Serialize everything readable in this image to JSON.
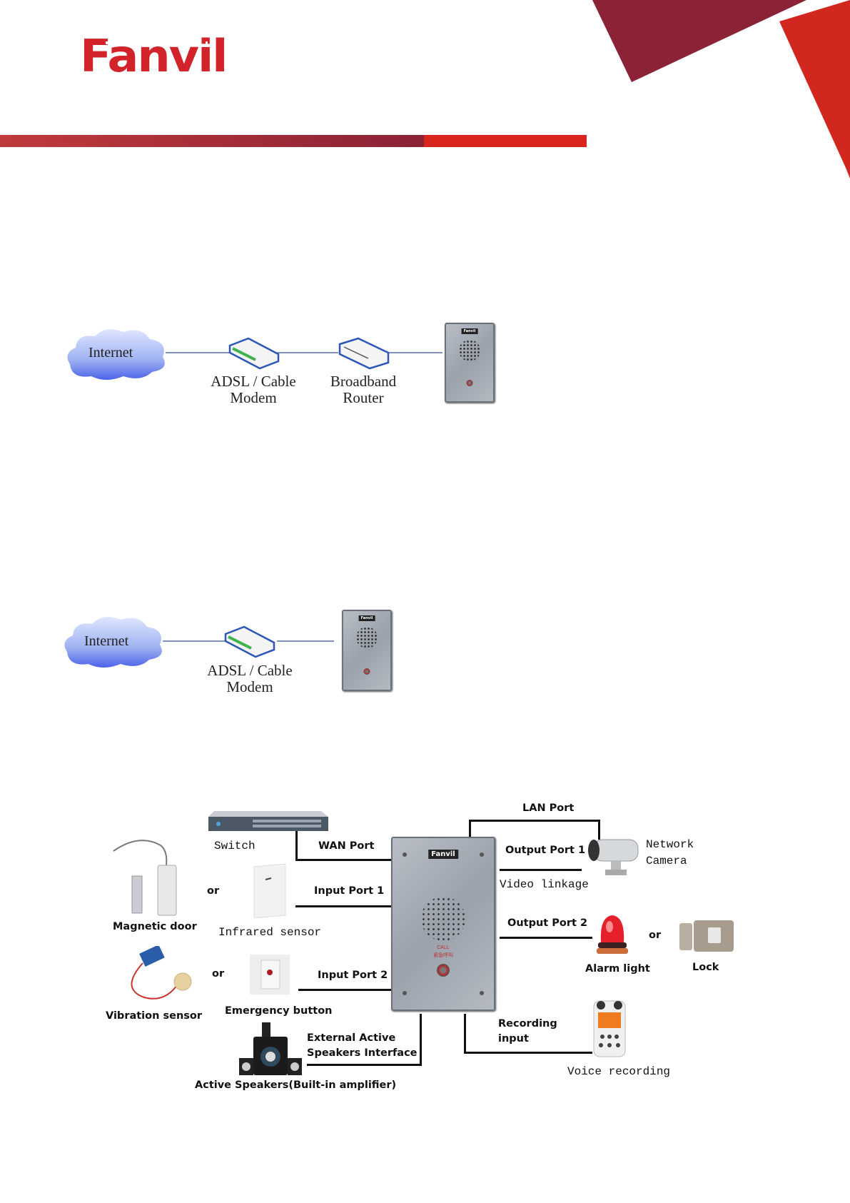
{
  "brand": {
    "logo_text": "Fanvil",
    "colors": {
      "primary_red": "#d9251d",
      "dark_red": "#8b2236",
      "gradient_start": "#c03a3c"
    }
  },
  "diagram_1": {
    "nodes": [
      {
        "id": "internet",
        "label": "Internet"
      },
      {
        "id": "modem",
        "label_line1": "ADSL / Cable",
        "label_line2": "Modem"
      },
      {
        "id": "router",
        "label_line1": "Broadband",
        "label_line2": "Router"
      },
      {
        "id": "intercom",
        "label": ""
      }
    ]
  },
  "diagram_2": {
    "nodes": [
      {
        "id": "internet",
        "label": "Internet"
      },
      {
        "id": "modem",
        "label_line1": "ADSL / Cable",
        "label_line2": "Modem"
      },
      {
        "id": "intercom",
        "label": ""
      }
    ]
  },
  "diagram_3": {
    "device": {
      "brand": "Fanvil",
      "call_label": "CALL",
      "call_label_cn": "紧急呼叫"
    },
    "switch": {
      "label": "Switch",
      "port": "WAN Port"
    },
    "input_1": {
      "port": "Input Port 1",
      "device_a": "Magnetic door",
      "or": "or",
      "device_b": "Infrared sensor"
    },
    "input_2": {
      "port": "Input Port 2",
      "device_a": "Vibration sensor",
      "or": "or",
      "device_b": "Emergency button"
    },
    "speakers": {
      "port_line1": "External Active",
      "port_line2": "Speakers Interface",
      "device": "Active Speakers(Built-in amplifier)"
    },
    "lan": {
      "port": "LAN Port"
    },
    "output_1": {
      "port": "Output Port 1",
      "note": "Video linkage",
      "device_line1": "Network",
      "device_line2": "Camera"
    },
    "output_2": {
      "port": "Output Port 2",
      "device_a": "Alarm light",
      "or": "or",
      "device_b": "Lock"
    },
    "recording": {
      "port_line1": "Recording",
      "port_line2": "input",
      "device": "Voice recording"
    }
  }
}
